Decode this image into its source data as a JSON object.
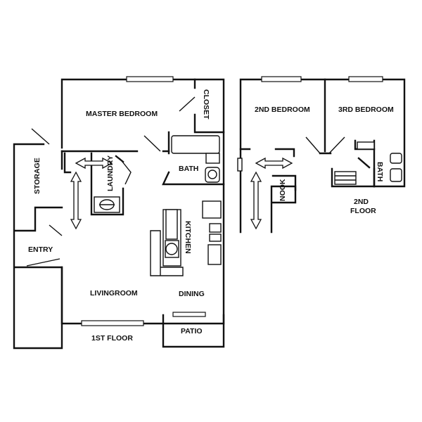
{
  "rooms": {
    "master_bedroom": "MASTER BEDROOM",
    "closet": "CLOSET",
    "storage": "STORAGE",
    "laundry": "LAUNDRY",
    "bath_1": "BATH",
    "kitchen": "KITCHEN",
    "entry": "ENTRY",
    "livingroom": "LIVINGROOM",
    "dining": "DINING",
    "patio": "PATIO",
    "bedroom_2": "2ND BEDROOM",
    "bedroom_3": "3RD BEDROOM",
    "nook": "NOOK",
    "bath_2": "BATH"
  },
  "floors": {
    "first": "1ST FLOOR",
    "second_line1": "2ND",
    "second_line2": "FLOOR"
  }
}
